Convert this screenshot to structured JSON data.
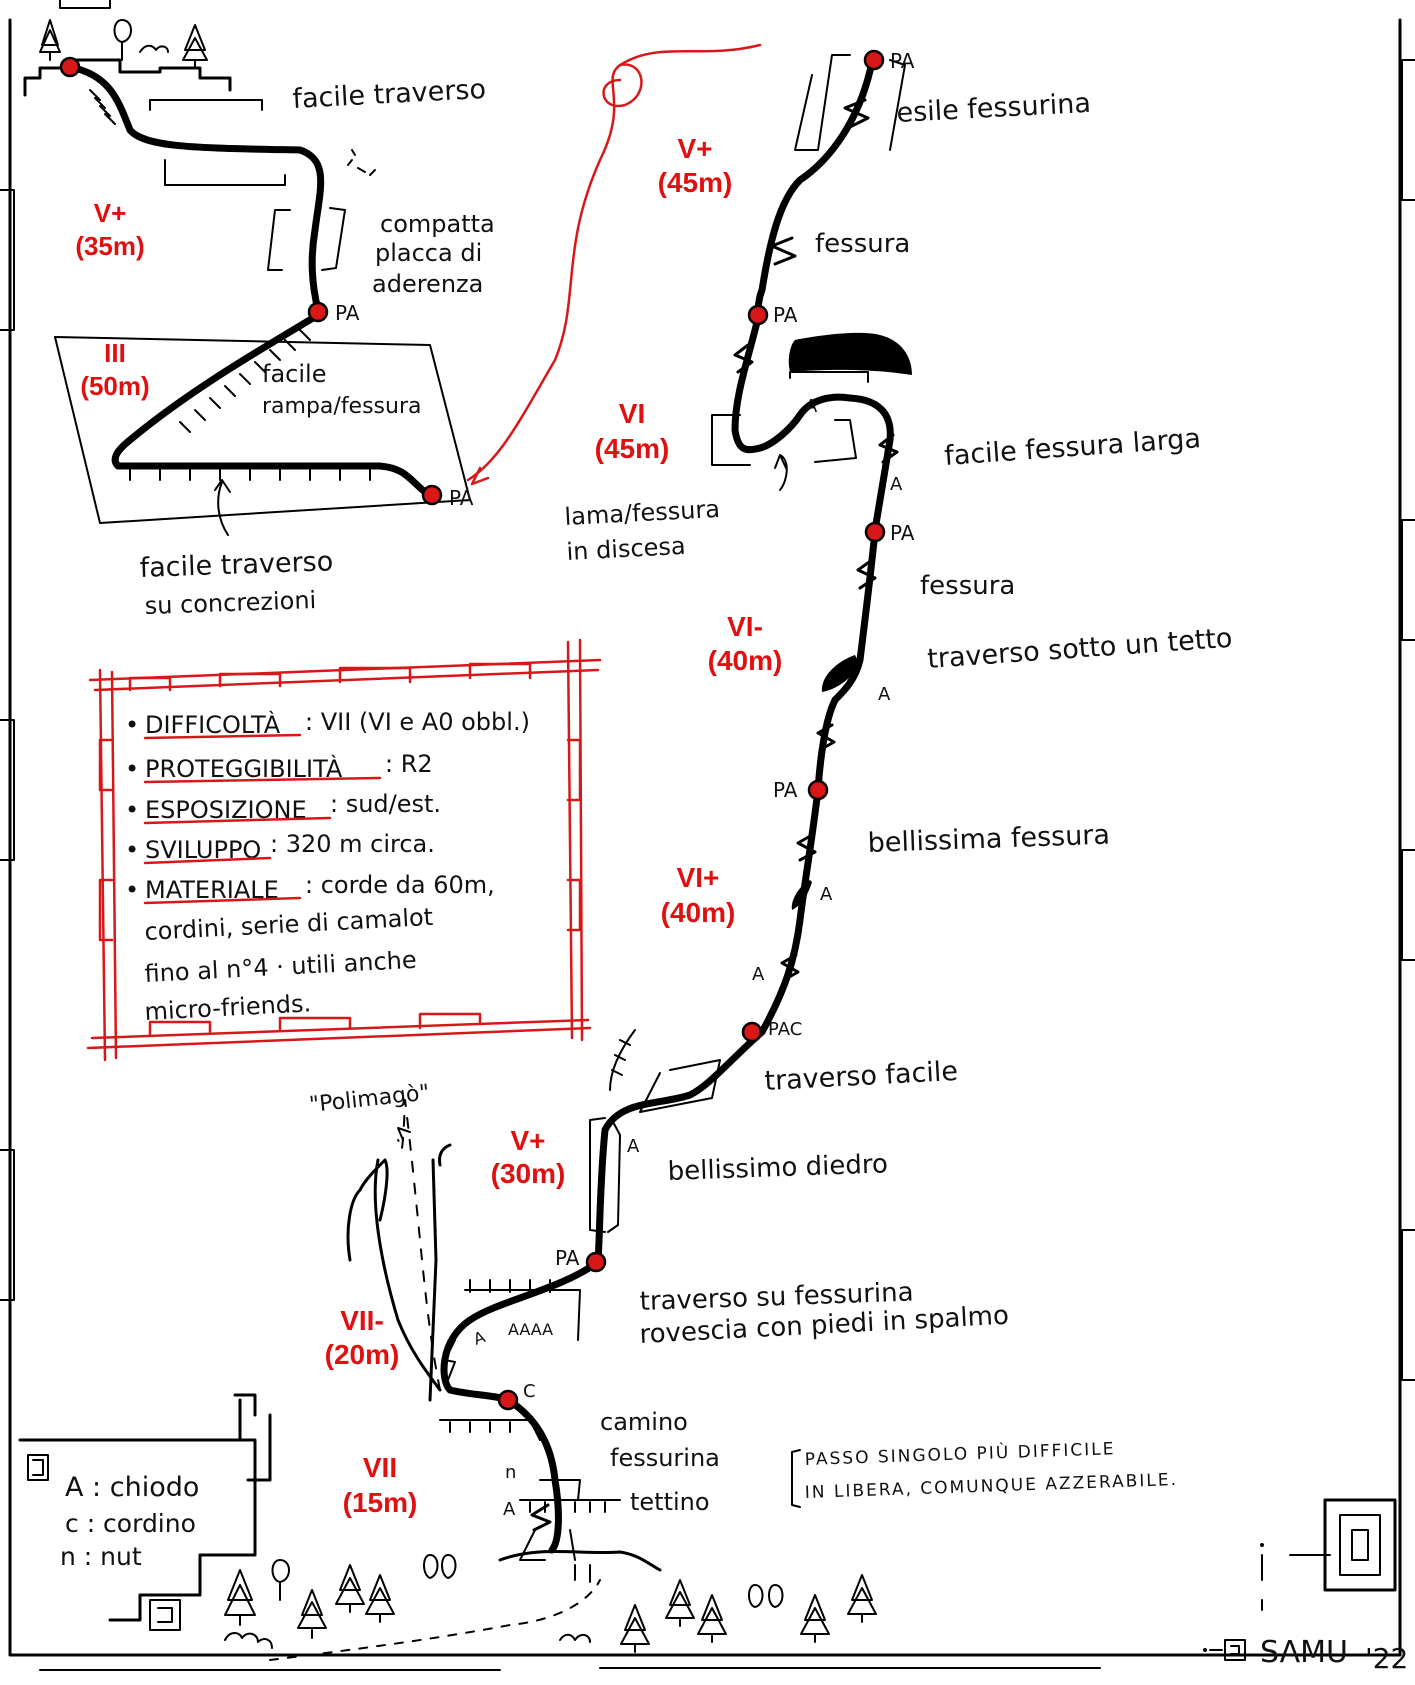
{
  "pitches": [
    {
      "grade": "V+",
      "length": "(35m)"
    },
    {
      "grade": "III",
      "length": "(50m)"
    },
    {
      "grade": "V+",
      "length": "(45m)"
    },
    {
      "grade": "VI",
      "length": "(45m)"
    },
    {
      "grade": "VI-",
      "length": "(40m)"
    },
    {
      "grade": "VI+",
      "length": "(40m)"
    },
    {
      "grade": "V+",
      "length": "(30m)"
    },
    {
      "grade": "VII-",
      "length": "(20m)"
    },
    {
      "grade": "VII",
      "length": "(15m)"
    }
  ],
  "notes": {
    "facile_traverso": "facile traverso",
    "compatta_1": "compatta",
    "compatta_2": "placca di",
    "compatta_3": "aderenza",
    "rampa_1": "facile",
    "rampa_2": "rampa/fessura",
    "concrezioni_1": "facile traverso",
    "concrezioni_2": "su concrezioni",
    "esile": "esile fessurina",
    "fessura_1": "fessura",
    "fessura_larga": "facile fessura larga",
    "lama_1": "lama/fessura",
    "lama_2": "in discesa",
    "fessura_2": "fessura",
    "tetto": "traverso sotto un tetto",
    "bellissima_fessura": "bellissima fessura",
    "traverso_facile": "traverso facile",
    "diedro": "bellissimo diedro",
    "spalmo_1": "traverso su fessurina",
    "spalmo_2": "rovescia con piedi in spalmo",
    "camino": "camino",
    "fessurina": "fessurina",
    "tettino": "tettino",
    "passo_1": "PASSO SINGOLO PIÙ DIFFICILE",
    "passo_2": "IN LIBERA, COMUNQUE AZZERABILE."
  },
  "belay_labels": {
    "b1": "PA",
    "b2": "PA",
    "b3": "PA",
    "b4": "PA",
    "b5": "PA",
    "b6": "PA",
    "b7": "PAC",
    "b8": "PA",
    "b9": "C"
  },
  "gear_marks": {
    "a": "A",
    "n": "n",
    "c": "C",
    "aaaa": "AAAA"
  },
  "info_box": {
    "difficolta_label": "DIFFICOLTÀ",
    "difficolta_value": ": VII (VI e A0 obbl.)",
    "proteggibilita_label": "PROTEGGIBILITÀ",
    "proteggibilita_value": ": R2",
    "esposizione_label": "ESPOSIZIONE",
    "esposizione_value": ": sud/est.",
    "sviluppo_label": "SVILUPPO",
    "sviluppo_value": ": 320 m circa.",
    "materiale_label": "MATERIALE",
    "materiale_value": ": corde da 60m,",
    "materiale_line2": "cordini, serie di camalot",
    "materiale_line3": "fino al n°4 · utili anche",
    "materiale_line4": "micro-friends."
  },
  "legend": {
    "a": "A : chiodo",
    "c": "c : cordino",
    "n": "n : nut"
  },
  "exit_route": "\"Polimagò\"",
  "signature": "SAMU",
  "signature_year": "'22",
  "colors": {
    "grade": "#e01010",
    "belay": "#d81818",
    "ink": "#000000"
  }
}
